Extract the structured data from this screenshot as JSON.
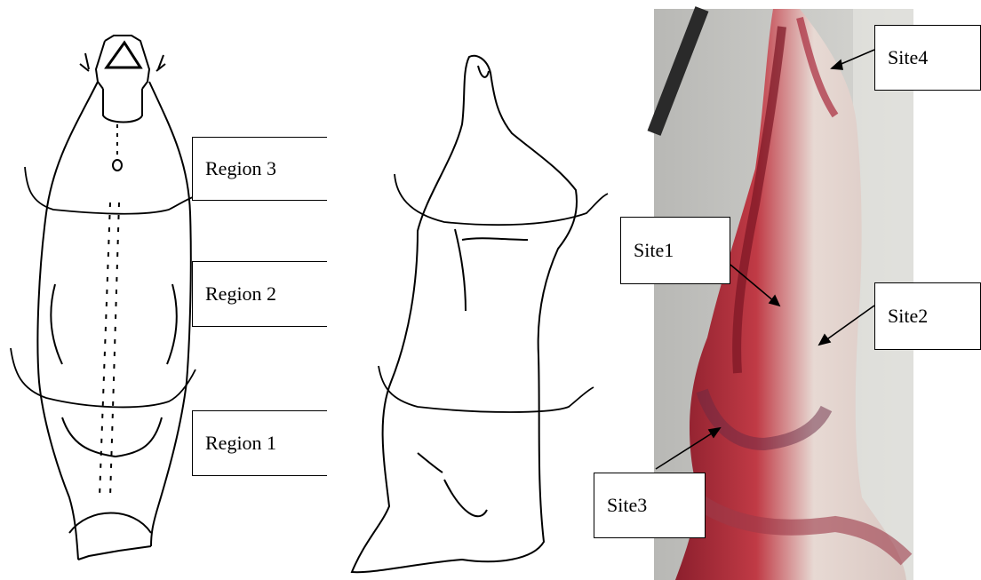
{
  "figure": {
    "regions": [
      "Region 3",
      "Region 2",
      "Region 1"
    ],
    "sites": [
      "Site1",
      "Site2",
      "Site3",
      "Site4"
    ]
  },
  "colors": {
    "line": "#000000",
    "muscle_red": "#b8333f",
    "fat_white": "#e8e0da",
    "background_photo": "#c9c9c6"
  }
}
